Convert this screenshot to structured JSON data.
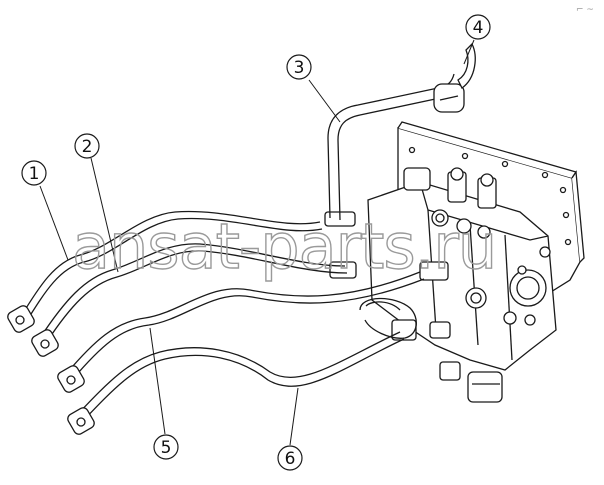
{
  "diagram": {
    "watermark": "ansat-parts.ru",
    "corner_mark": "⌐ ~",
    "callouts": [
      {
        "id": "1",
        "label": "1"
      },
      {
        "id": "2",
        "label": "2"
      },
      {
        "id": "3",
        "label": "3"
      },
      {
        "id": "4",
        "label": "4"
      },
      {
        "id": "5",
        "label": "5"
      },
      {
        "id": "6",
        "label": "6"
      }
    ],
    "colors": {
      "line": "#1a1a1a",
      "fill": "#ffffff",
      "watermark": "#9a9a9a"
    }
  }
}
